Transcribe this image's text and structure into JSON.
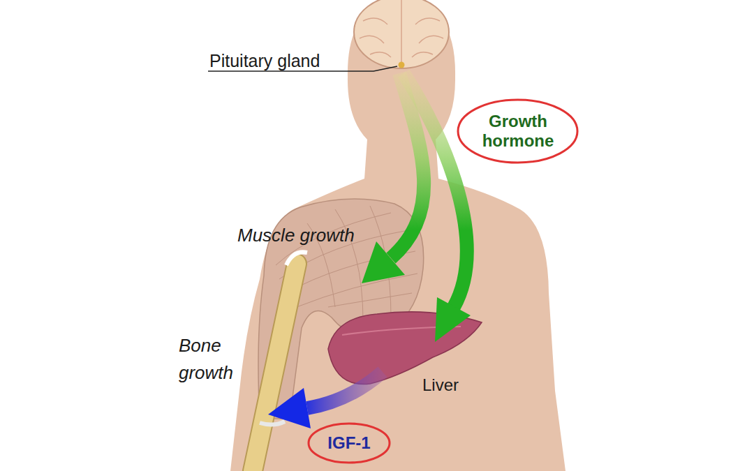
{
  "diagram": {
    "nodes": [
      {
        "text": [
          "Growth hormone"
        ]
      },
      {
        "text": [
          "IGF-1"
        ]
      }
    ],
    "labels": [
      "Pituitary gland",
      "Muscle growth",
      "Bone growth",
      "Liver"
    ]
  }
}
